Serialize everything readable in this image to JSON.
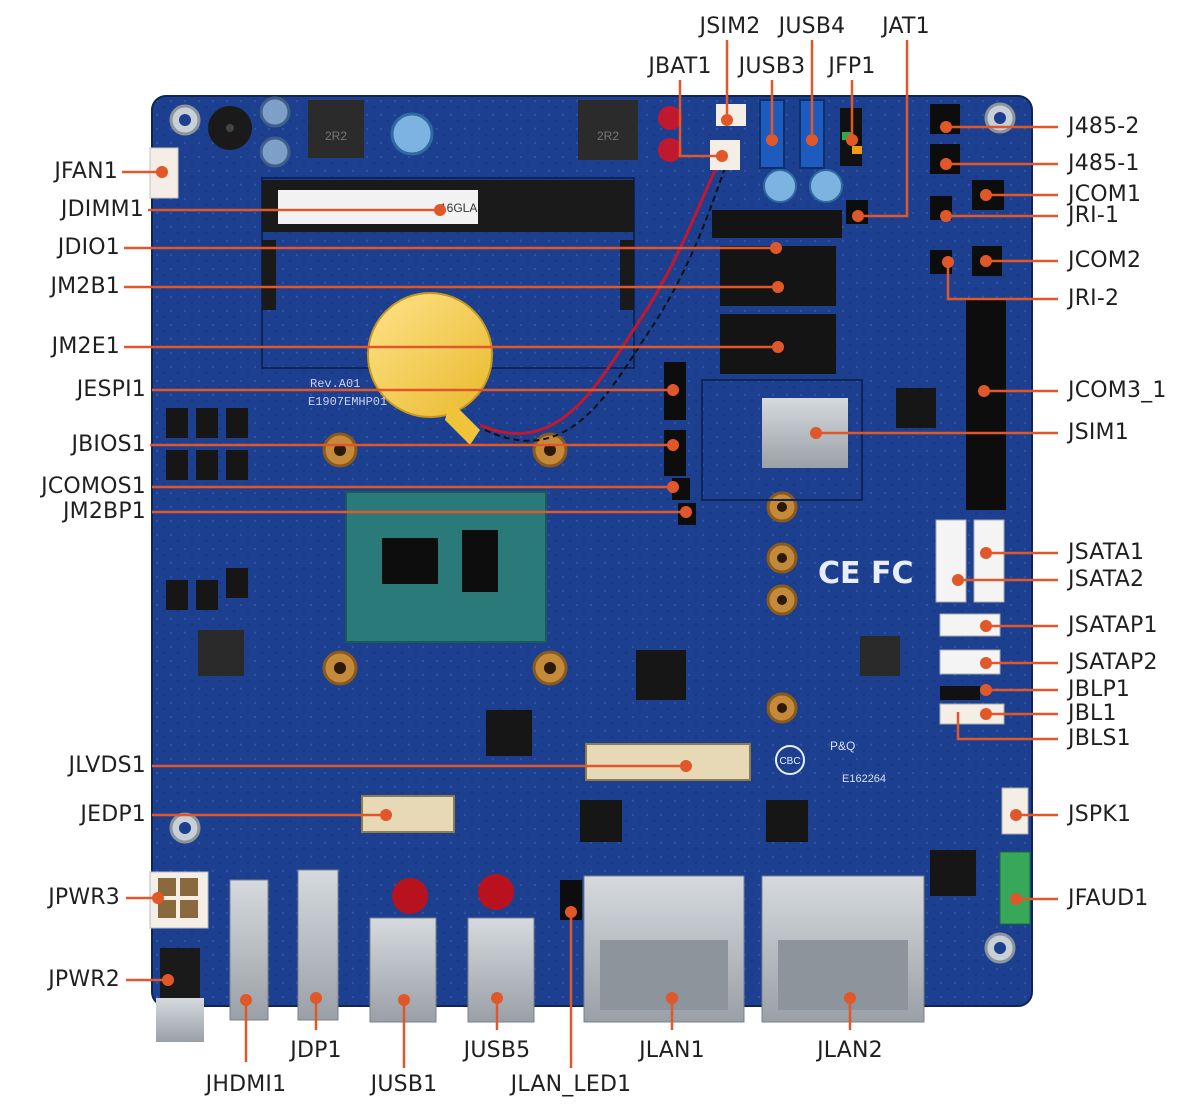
{
  "colors": {
    "board": "#1d3f8f",
    "board_dark": "#132c6b",
    "leader": "#e0582a",
    "label": "#1f1f1f",
    "port_metal": "#b7bcc2",
    "battery": "#f4c430"
  },
  "labels": {
    "left": {
      "jfan1": "JFAN1",
      "jdimm1": "JDIMM1",
      "jdio1": "JDIO1",
      "jm2b1": "JM2B1",
      "jm2e1": "JM2E1",
      "jespi1": "JESPI1",
      "jbios1": "JBIOS1",
      "jcomos1": "JCOMOS1",
      "jm2bp1": "JM2BP1",
      "jlvds1": "JLVDS1",
      "jedp1": "JEDP1",
      "jpwr3": "JPWR3",
      "jpwr2": "JPWR2"
    },
    "right": {
      "j485_2": "J485-2",
      "j485_1": "J485-1",
      "jcom1": "JCOM1",
      "jri_1": "JRI-1",
      "jcom2": "JCOM2",
      "jri_2": "JRI-2",
      "jcom3_1": "JCOM3_1",
      "jsim1": "JSIM1",
      "jsata1": "JSATA1",
      "jsata2": "JSATA2",
      "jsatap1": "JSATAP1",
      "jsatap2": "JSATAP2",
      "jblp1": "JBLP1",
      "jbl1": "JBL1",
      "jbls1": "JBLS1",
      "jspk1": "JSPK1",
      "jfaud1": "JFAUD1"
    },
    "top": {
      "jsim2": "JSIM2",
      "jusb4": "JUSB4",
      "jat1": "JAT1",
      "jbat1": "JBAT1",
      "jusb3": "JUSB3",
      "jfp1": "JFP1"
    },
    "bottom": {
      "jdp1": "JDP1",
      "jusb5": "JUSB5",
      "jlan1": "JLAN1",
      "jlan2": "JLAN2",
      "jhdmi1": "JHDMI1",
      "jusb1": "JUSB1",
      "jlan_led1": "JLAN_LED1"
    }
  },
  "silkscreen": {
    "rev": "Rev.A01",
    "model": "E1907EMHP01",
    "cert": "CE FC",
    "ul_mark": "P&Q",
    "ul_code": "E162264",
    "cbc": "CBC",
    "inductor_a": "2R2",
    "inductor_b": "2R2",
    "dimm_sticker": "16GLA"
  }
}
